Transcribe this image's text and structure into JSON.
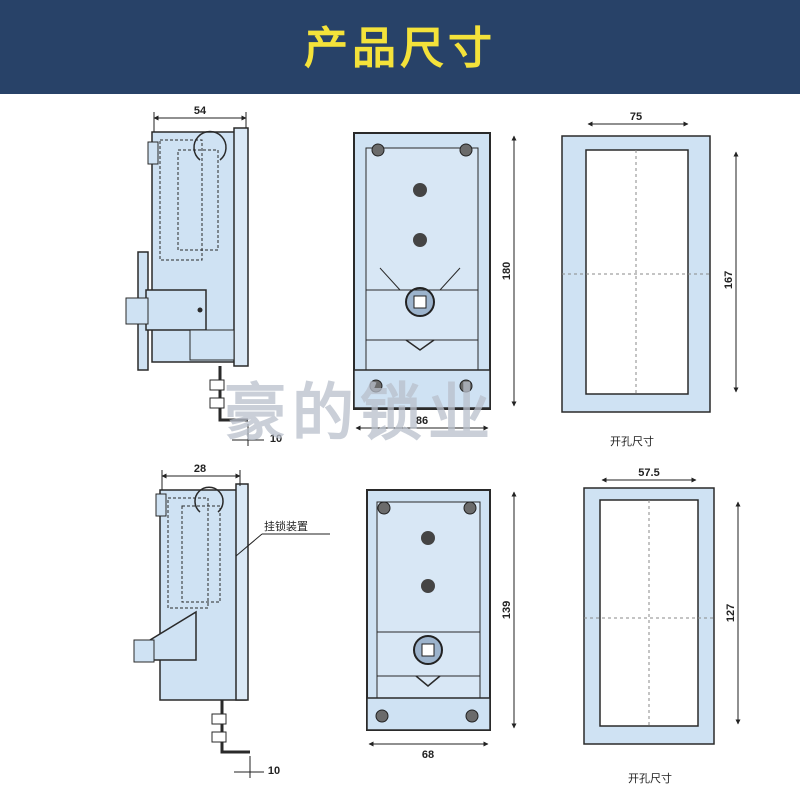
{
  "header": {
    "title": "产品尺寸",
    "bg_color": "#284268",
    "title_color": "#f4e23a"
  },
  "watermark": "豪的锁业",
  "top_row": {
    "side_width": "54",
    "side_foot": "10",
    "front_width": "86",
    "front_height": "180",
    "cutout_width": "75",
    "cutout_height": "167",
    "cutout_caption": "开孔尺寸"
  },
  "bottom_row": {
    "side_width": "28",
    "side_foot": "10",
    "padlock_label": "挂锁装置",
    "front_width": "68",
    "front_height": "139",
    "cutout_width": "57.5",
    "cutout_height": "127",
    "cutout_caption": "开孔尺寸"
  },
  "colors": {
    "part_fill": "#cfe2f3",
    "line": "#2a2a2a"
  }
}
